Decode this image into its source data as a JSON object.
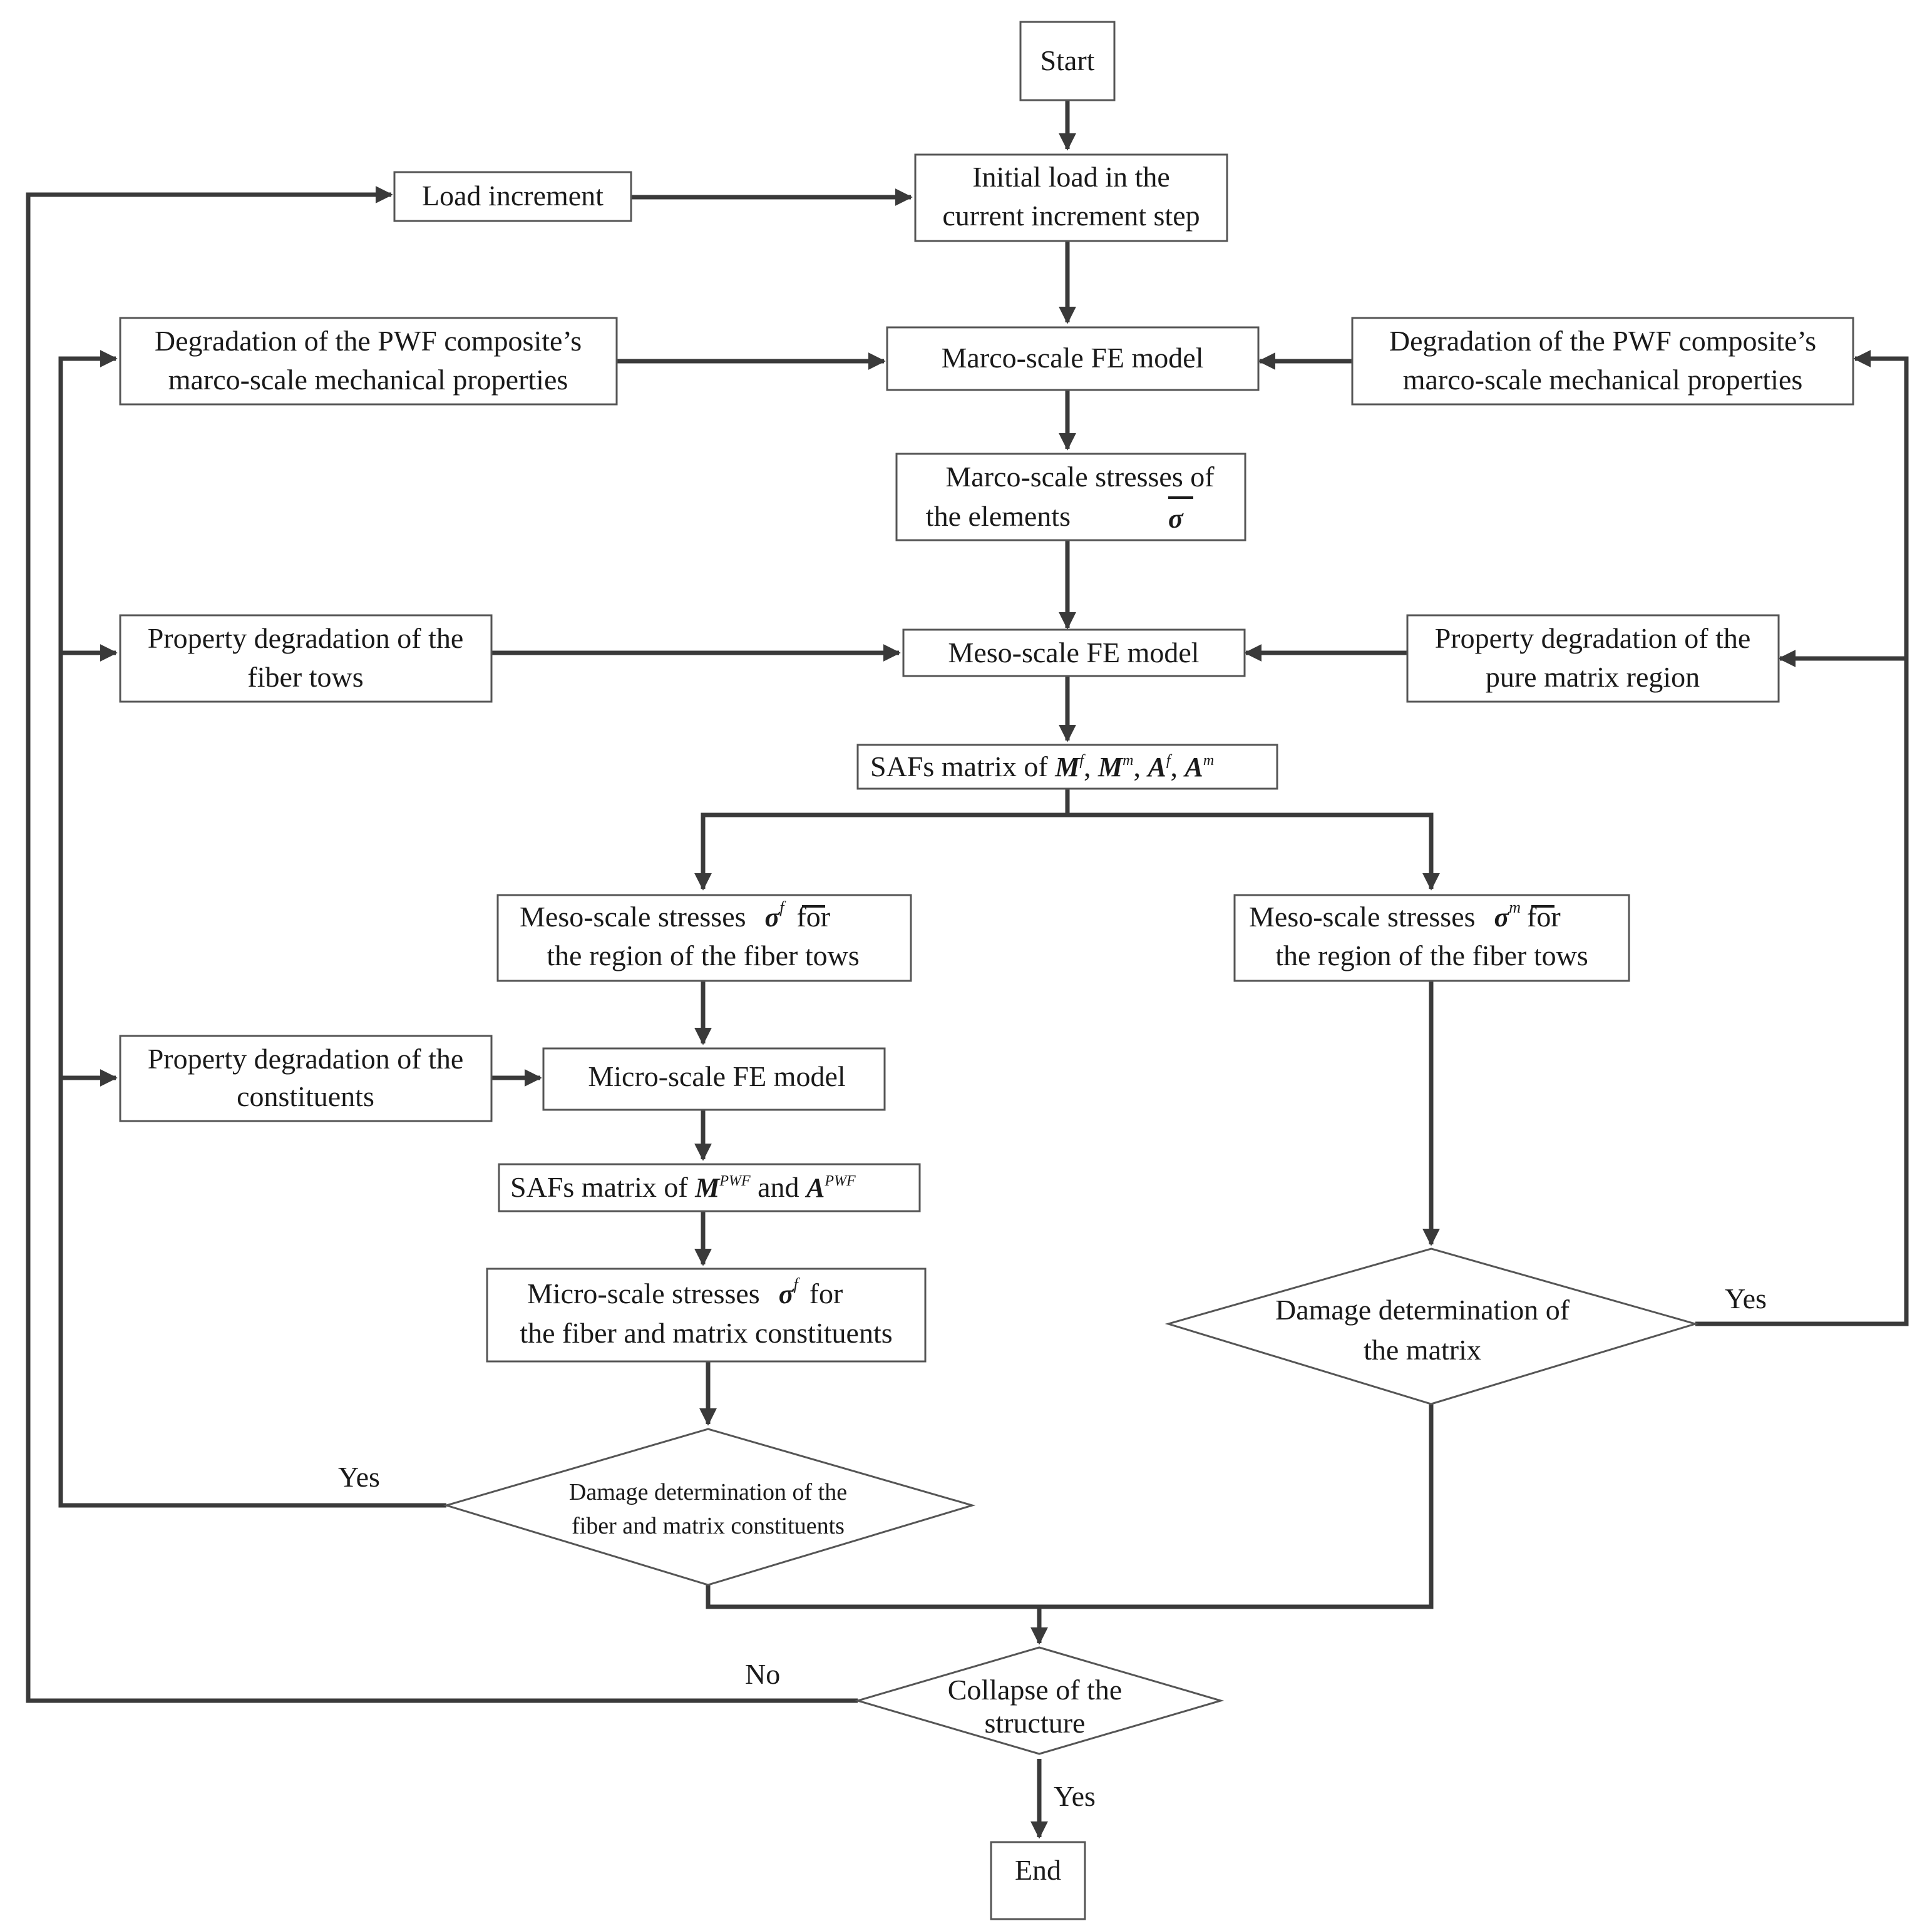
{
  "nodes": {
    "start": {
      "text": "Start"
    },
    "load_increment": {
      "text": "Load increment"
    },
    "initial_load": {
      "line1": "Initial load in the",
      "line2": "current increment step"
    },
    "deg_left": {
      "line1": "Degradation of the PWF composite’s",
      "line2": "marco-scale  mechanical properties"
    },
    "deg_right": {
      "line1": "Degradation of the PWF composite’s",
      "line2": "marco-scale  mechanical properties"
    },
    "macro_model": {
      "text": "Marco-scale  FE model"
    },
    "macro_stresses": {
      "line1": "Marco-scale stresses of",
      "line2": "the elements",
      "symbol": "σ"
    },
    "prop_fiber_tows": {
      "line1": "Property degradation of the",
      "line2": "fiber tows"
    },
    "prop_pure_matrix": {
      "line1": "Property degradation of the",
      "line2": "pure matrix region"
    },
    "meso_model": {
      "text": "Meso-scale  FE model"
    },
    "safs_meso": {
      "prefix": "SAFs matrix of ",
      "m": "M",
      "m_sup_f": "f",
      "m_sup_m": "m",
      "a": "A",
      "a_sup_f": "f",
      "a_sup_m": "m",
      "sep": ", "
    },
    "meso_stress_fiber": {
      "line1a": "Meso-scale  stresses",
      "symbol": "σ",
      "sup": "f",
      "line1b": "for",
      "line2": "the region of the fiber tows"
    },
    "meso_stress_matrix": {
      "line1a": "Meso-scale  stresses",
      "symbol": "σ",
      "sup": "m",
      "line1b": "for",
      "line2": "the region of the fiber tows"
    },
    "prop_constituents": {
      "line1": "Property degradation of the",
      "line2": "constituents"
    },
    "micro_model": {
      "text": "Micro-scale FE model"
    },
    "safs_micro": {
      "prefix": "SAFs matrix of ",
      "m": "M",
      "m_sup": "PWF",
      "and": " and ",
      "a": "A",
      "a_sup": "PWF"
    },
    "micro_stresses": {
      "line1a": "Micro-scale stresses",
      "symbol": "σ",
      "sup": "f",
      "line1b": "for",
      "line2": "the fiber and matrix constituents"
    },
    "damage_constituents": {
      "line1": "Damage determination of the",
      "line2": "fiber and matrix constituents"
    },
    "damage_matrix": {
      "line1": "Damage determination of",
      "line2": "the matrix"
    },
    "collapse": {
      "line1": "Collapse of the",
      "line2": "structure"
    },
    "end": {
      "text": "End"
    }
  },
  "edge_labels": {
    "yes_constituents": "Yes",
    "yes_matrix": "Yes",
    "no_collapse": "No",
    "yes_collapse": "Yes"
  }
}
